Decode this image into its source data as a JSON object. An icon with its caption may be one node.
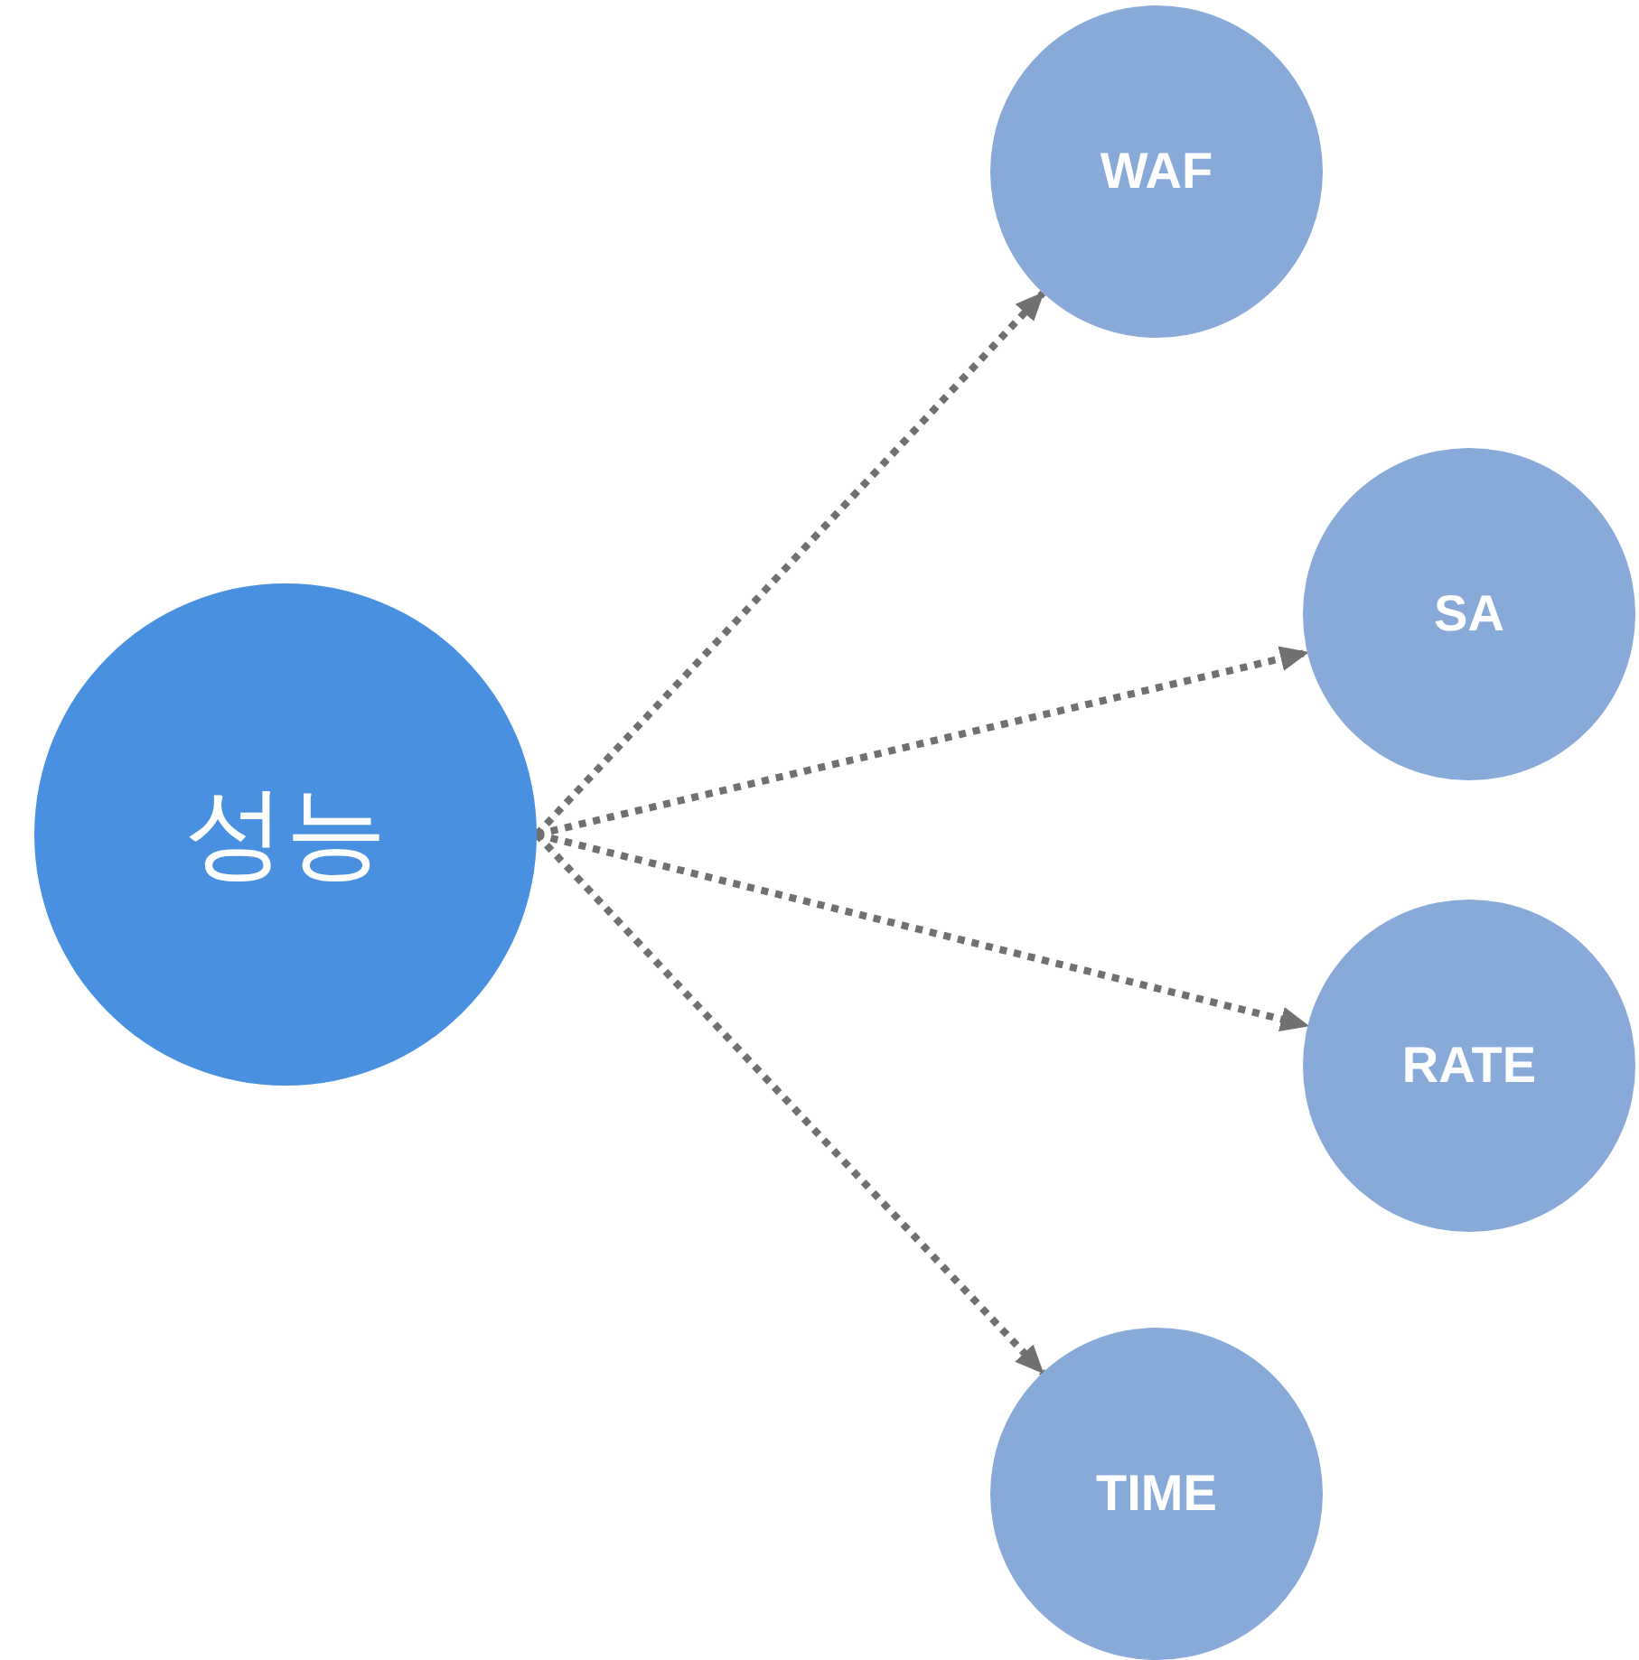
{
  "diagram": {
    "nodes": [
      {
        "text": [
          "성능"
        ]
      },
      {
        "text": [
          "WAF"
        ]
      },
      {
        "text": [
          "SA"
        ]
      },
      {
        "text": [
          "RATE"
        ]
      },
      {
        "text": [
          "TIME"
        ]
      }
    ],
    "edges": [
      {
        "from": 0,
        "to": 1,
        "arrow": "to"
      },
      {
        "from": 0,
        "to": 2,
        "arrow": "to"
      },
      {
        "from": 0,
        "to": 3,
        "arrow": "to"
      },
      {
        "from": 0,
        "to": 4,
        "arrow": "to"
      }
    ]
  }
}
